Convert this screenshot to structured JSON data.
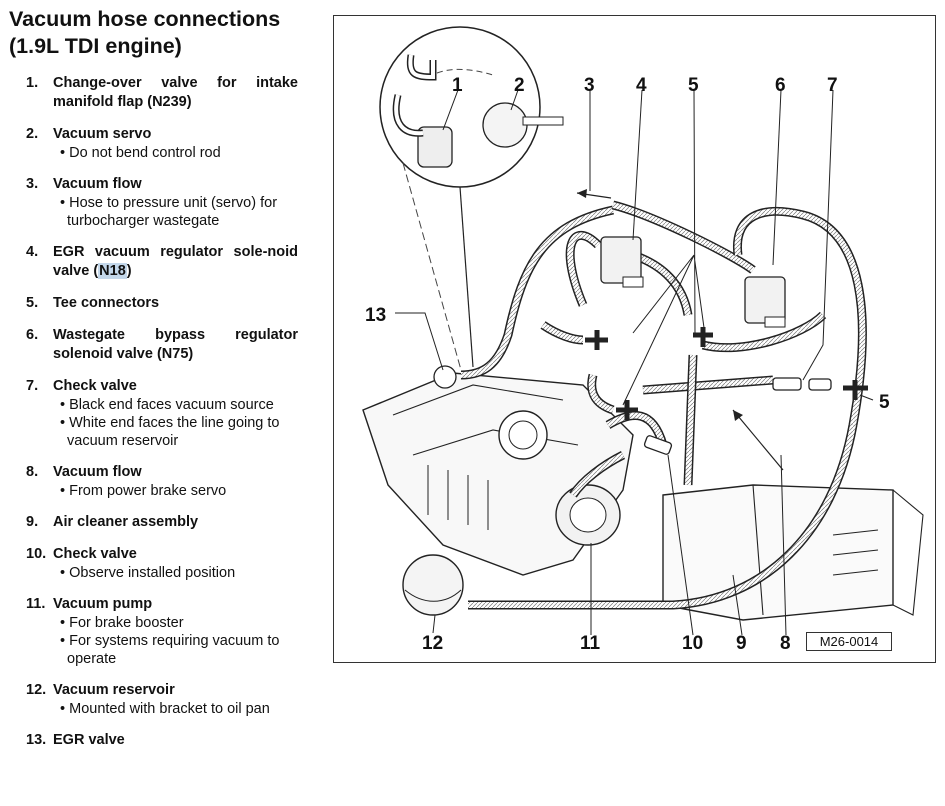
{
  "title": {
    "line1": "Vacuum hose connections",
    "line2": "(1.9L TDI engine)"
  },
  "legend": [
    {
      "num": "1.",
      "label": "Change-over valve for intake manifold flap (N239)",
      "notes": []
    },
    {
      "num": "2.",
      "label": "Vacuum servo",
      "notes": [
        "Do not bend control rod"
      ]
    },
    {
      "num": "3.",
      "label": "Vacuum flow",
      "notes": [
        "Hose to pressure unit (servo) for turbocharger wastegate"
      ]
    },
    {
      "num": "4.",
      "label_pre": "EGR vacuum regulator sole-noid valve (",
      "label_hl": "N18",
      "label_post": ")",
      "notes": []
    },
    {
      "num": "5.",
      "label": "Tee connectors",
      "notes": []
    },
    {
      "num": "6.",
      "label": "Wastegate bypass regulator solenoid valve (N75)",
      "notes": []
    },
    {
      "num": "7.",
      "label": "Check valve",
      "notes": [
        "Black end faces vacuum source",
        "White end faces the line going to vacuum reservoir"
      ]
    },
    {
      "num": "8.",
      "label": "Vacuum flow",
      "notes": [
        "From power brake servo"
      ]
    },
    {
      "num": "9.",
      "label": "Air cleaner assembly",
      "notes": []
    },
    {
      "num": "10.",
      "label": "Check valve",
      "notes": [
        "Observe installed position"
      ]
    },
    {
      "num": "11.",
      "label": "Vacuum pump",
      "notes": [
        "For brake booster",
        "For systems requiring vacuum to operate"
      ]
    },
    {
      "num": "12.",
      "label": "Vacuum reservoir",
      "notes": [
        "Mounted with bracket to oil pan"
      ]
    },
    {
      "num": "13.",
      "label": "EGR valve",
      "notes": []
    }
  ],
  "diagram": {
    "callouts": {
      "c1": "1",
      "c2": "2",
      "c3": "3",
      "c4": "4",
      "c5a": "5",
      "c6": "6",
      "c7": "7",
      "c13": "13",
      "c5b": "5",
      "c12": "12",
      "c11": "11",
      "c10": "10",
      "c9": "9",
      "c8": "8"
    },
    "reference": "M26-0014"
  }
}
